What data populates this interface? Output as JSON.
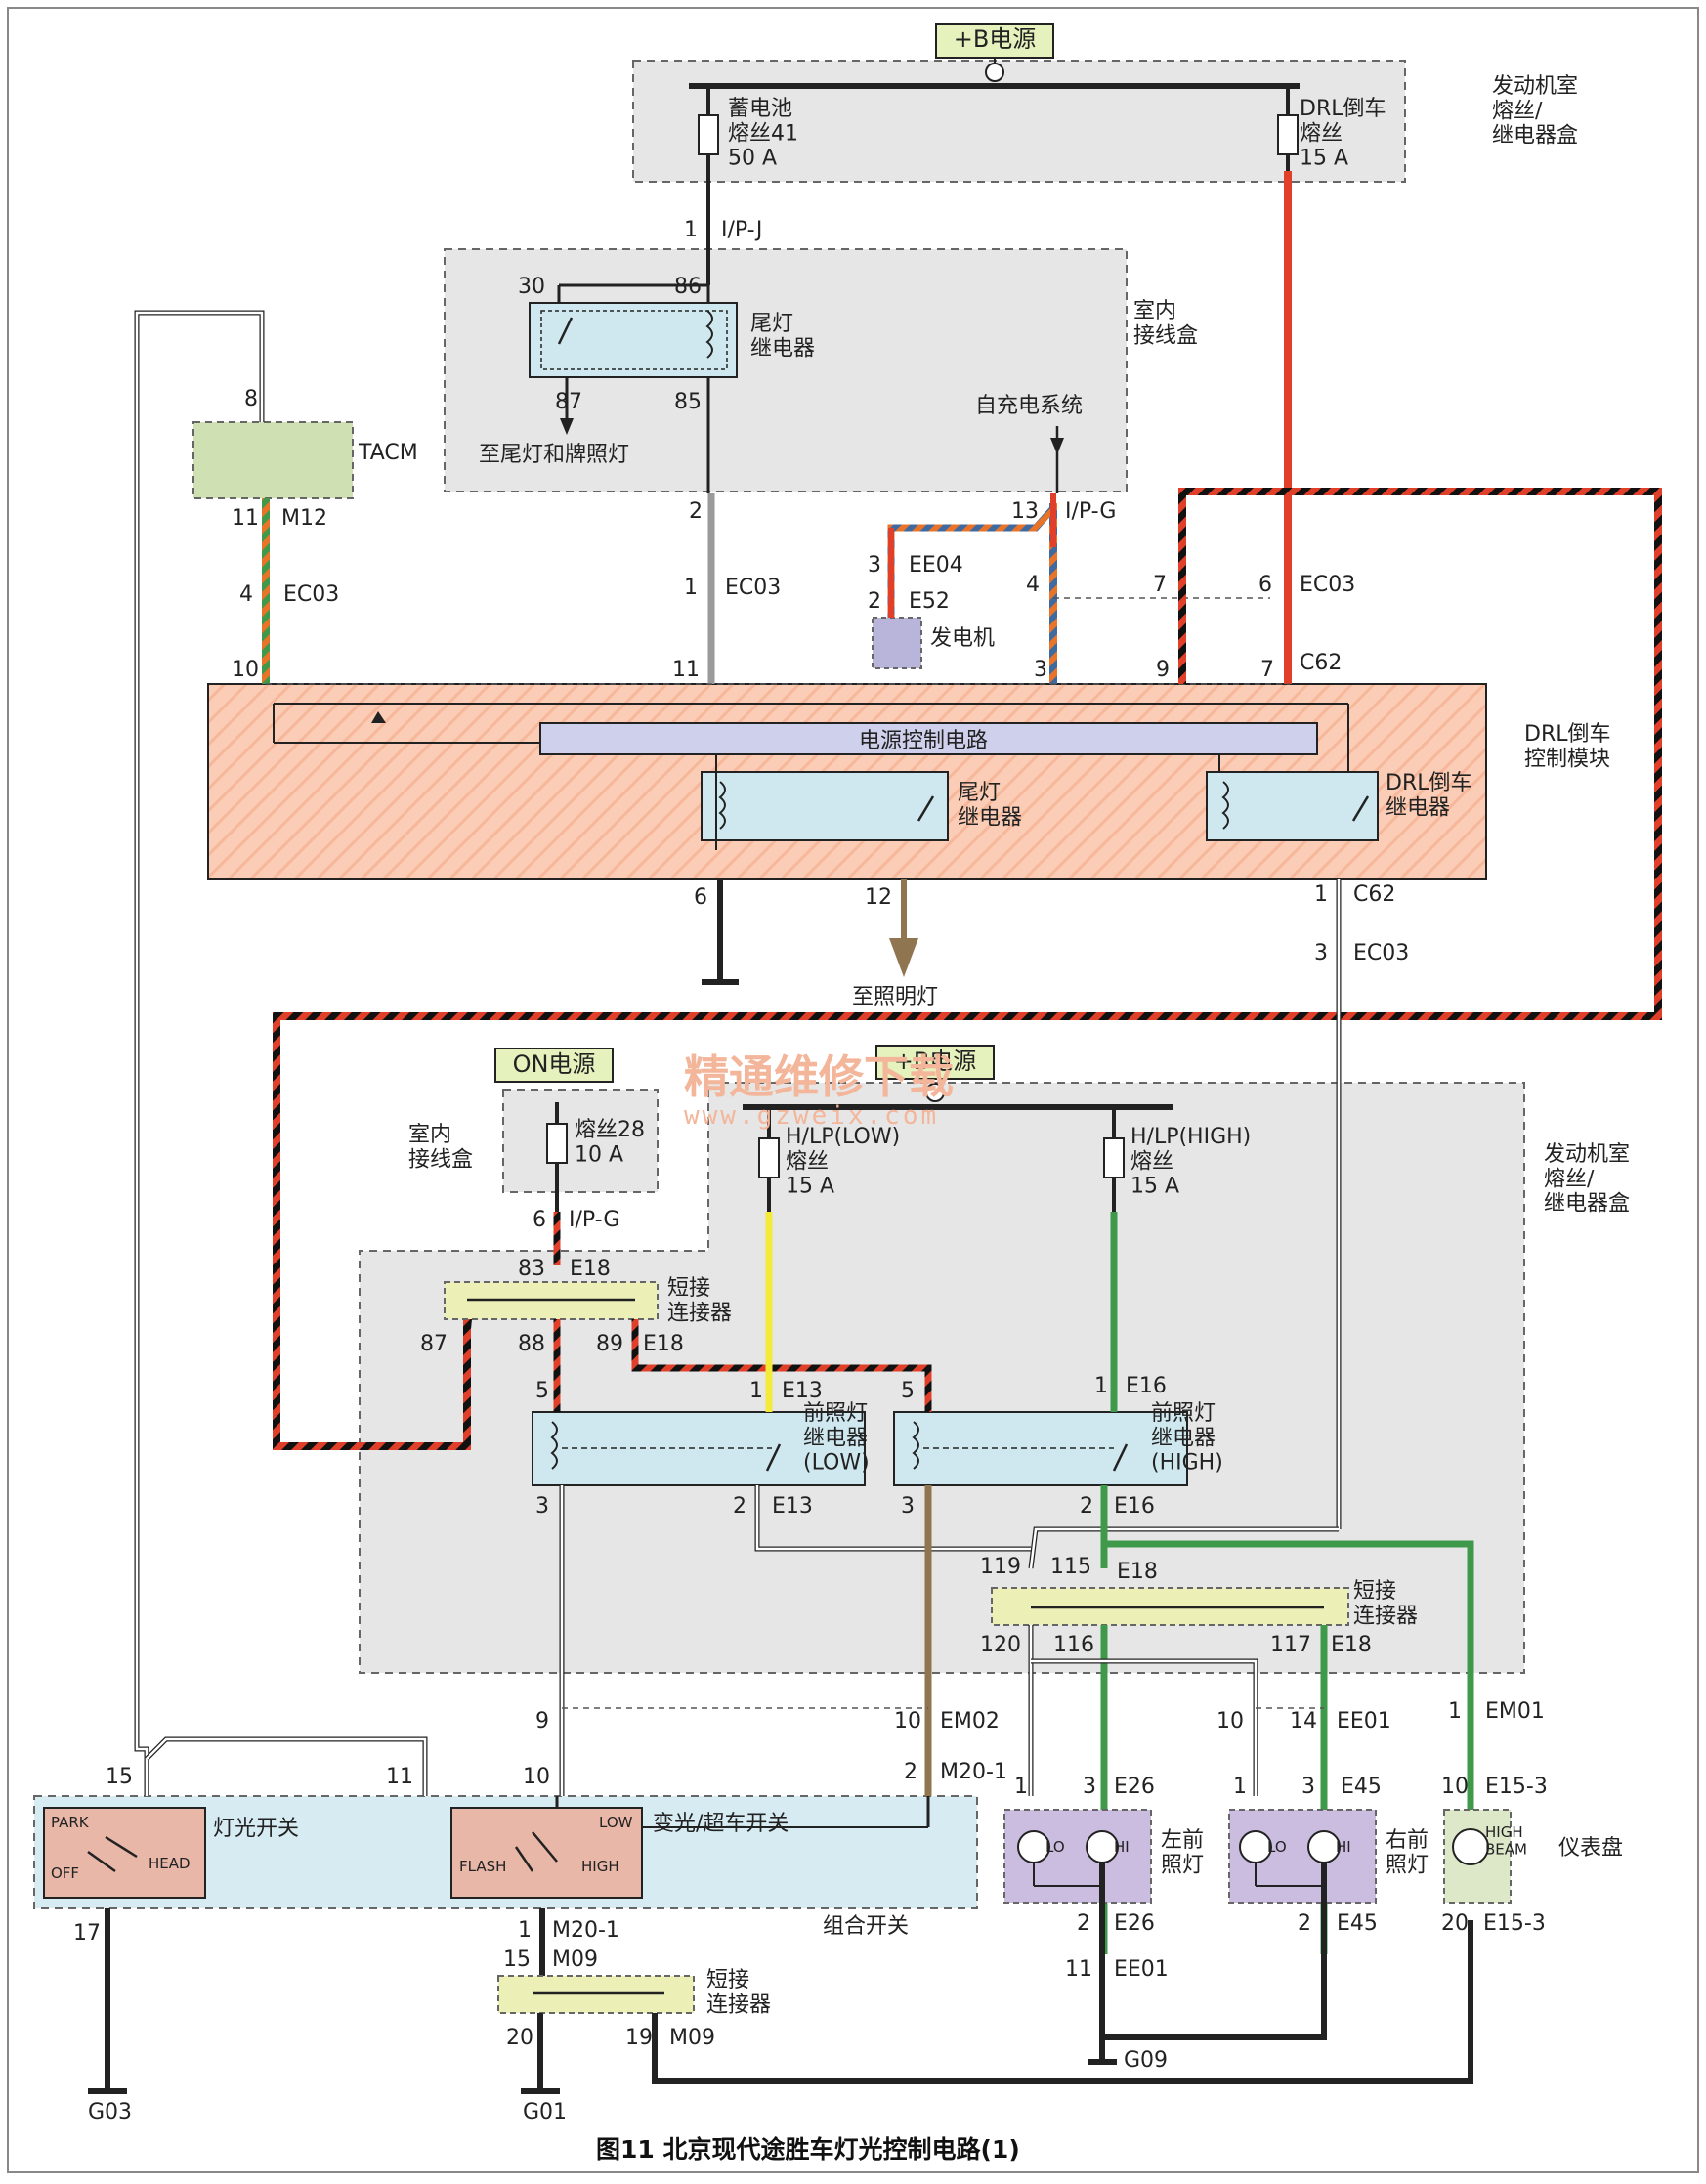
{
  "caption": "图11  北京现代途胜车灯光控制电路(1)",
  "watermark": {
    "line1": "精通维修下载",
    "line2": "www.gzweix.com"
  },
  "colors": {
    "red": "#e0402a",
    "grey_wire": "#9a9a9a",
    "yellow": "#f4ea3a",
    "green": "#3e9a4a",
    "brown": "#8f7550",
    "stripe_orange": "#e8742a",
    "box_grey": "#e6e6e6",
    "module_fill": "#fbcdb6",
    "relay_fill": "#cfe8f0",
    "switch_fill": "#d6ebf2",
    "tacm_fill": "#cfe0b2",
    "lamp_fill": "#cbbde0",
    "gen_fill": "#b9b4da",
    "shorting_fill": "#ecefb6",
    "panel_fill": "#dde8c9",
    "power_label_fill": "#e6f2bd"
  },
  "power": {
    "top": "+B电源",
    "on": "ON电源",
    "mid": "+B电源"
  },
  "boxes": {
    "engine_fuse_top": "发动机室\n熔丝/\n继电器盒",
    "engine_fuse_mid": "发动机室\n熔丝/\n继电器盒",
    "indoor_junction_top": "室内\n接线盒",
    "indoor_junction_mid": "室内\n接线盒",
    "drl_module": "DRL倒车\n控制模块",
    "power_control": "电源控制电路",
    "combo_switch": "组合开关",
    "instrument": "仪表盘"
  },
  "fuses": {
    "battery": "蓄电池\n熔丝41\n50 A",
    "drl": "DRL倒车\n熔丝\n15 A",
    "fuse28": "熔丝28\n10 A",
    "hlp_low": "H/LP(LOW)\n熔丝\n15 A",
    "hlp_high": "H/LP(HIGH)\n熔丝\n15 A"
  },
  "relays": {
    "tail_top": "尾灯\n继电器",
    "tail_mod": "尾灯\n继电器",
    "drl_mod": "DRL倒车\n继电器",
    "hl_low": "前照灯\n继电器\n(LOW)",
    "hl_high": "前照灯\n继电器\n(HIGH)"
  },
  "texts": {
    "to_tail": "至尾灯和牌照灯",
    "self_charge": "自充电系统",
    "generator": "发电机",
    "to_illum": "至照明灯",
    "tacm": "TACM",
    "short_conn": "短接\n连接器",
    "light_switch": "灯光开关",
    "dimmer_switch": "变光/超车开关",
    "left_headlamp": "左前\n照灯",
    "right_headlamp": "右前\n照灯",
    "lo": "LO",
    "hi": "HI",
    "high_beam": "HIGH\nBEAM",
    "park": "PARK",
    "off": "OFF",
    "head": "HEAD",
    "flash": "FLASH",
    "low": "LOW",
    "high": "HIGH"
  },
  "pins": [
    {
      "t": "1",
      "id": "p1"
    },
    {
      "t": "I/P-J",
      "id": "c1"
    },
    {
      "t": "30",
      "id": "p30"
    },
    {
      "t": "86",
      "id": "p86"
    },
    {
      "t": "87",
      "id": "p87"
    },
    {
      "t": "85",
      "id": "p85"
    },
    {
      "t": "8",
      "id": "p8"
    },
    {
      "t": "11",
      "id": "p11a"
    },
    {
      "t": "M12",
      "id": "cM12"
    },
    {
      "t": "4",
      "id": "p4a"
    },
    {
      "t": "EC03",
      "id": "cEC03a"
    },
    {
      "t": "2",
      "id": "p2a"
    },
    {
      "t": "1",
      "id": "p1b"
    },
    {
      "t": "EC03",
      "id": "cEC03b"
    },
    {
      "t": "13",
      "id": "p13"
    },
    {
      "t": "I/P-G",
      "id": "cIPG"
    },
    {
      "t": "3",
      "id": "p3a"
    },
    {
      "t": "EE04",
      "id": "cEE04"
    },
    {
      "t": "2",
      "id": "p2b"
    },
    {
      "t": "E52",
      "id": "cE52"
    },
    {
      "t": "4",
      "id": "p4b"
    },
    {
      "t": "7",
      "id": "p7a"
    },
    {
      "t": "6",
      "id": "p6a"
    },
    {
      "t": "EC03",
      "id": "cEC03c"
    },
    {
      "t": "10",
      "id": "p10a"
    },
    {
      "t": "11",
      "id": "p11b"
    },
    {
      "t": "3",
      "id": "p3b"
    },
    {
      "t": "9",
      "id": "p9a"
    },
    {
      "t": "7",
      "id": "p7b"
    },
    {
      "t": "C62",
      "id": "cC62a"
    },
    {
      "t": "6",
      "id": "p6b"
    },
    {
      "t": "12",
      "id": "p12"
    },
    {
      "t": "1",
      "id": "p1c"
    },
    {
      "t": "C62",
      "id": "cC62b"
    },
    {
      "t": "3",
      "id": "p3c"
    },
    {
      "t": "EC03",
      "id": "cEC03d"
    },
    {
      "t": "6",
      "id": "p6c"
    },
    {
      "t": "I/P-G",
      "id": "cIPG2"
    },
    {
      "t": "83",
      "id": "p83"
    },
    {
      "t": "E18",
      "id": "cE18a"
    },
    {
      "t": "87",
      "id": "p87b"
    },
    {
      "t": "88",
      "id": "p88"
    },
    {
      "t": "89",
      "id": "p89"
    },
    {
      "t": "E18",
      "id": "cE18b"
    },
    {
      "t": "5",
      "id": "p5a"
    },
    {
      "t": "1",
      "id": "p1d"
    },
    {
      "t": "E13",
      "id": "cE13a"
    },
    {
      "t": "5",
      "id": "p5b"
    },
    {
      "t": "1",
      "id": "p1e"
    },
    {
      "t": "E16",
      "id": "cE16a"
    },
    {
      "t": "3",
      "id": "p3d"
    },
    {
      "t": "2",
      "id": "p2c"
    },
    {
      "t": "E13",
      "id": "cE13b"
    },
    {
      "t": "3",
      "id": "p3e"
    },
    {
      "t": "2",
      "id": "p2d"
    },
    {
      "t": "E16",
      "id": "cE16b"
    },
    {
      "t": "119",
      "id": "p119"
    },
    {
      "t": "115",
      "id": "p115"
    },
    {
      "t": "E18",
      "id": "cE18c"
    },
    {
      "t": "120",
      "id": "p120"
    },
    {
      "t": "116",
      "id": "p116"
    },
    {
      "t": "117",
      "id": "p117"
    },
    {
      "t": "E18",
      "id": "cE18d"
    },
    {
      "t": "9",
      "id": "p9b"
    },
    {
      "t": "10",
      "id": "p10b"
    },
    {
      "t": "EM02",
      "id": "cEM02"
    },
    {
      "t": "10",
      "id": "p10c"
    },
    {
      "t": "14",
      "id": "p14"
    },
    {
      "t": "EE01",
      "id": "cEE01a"
    },
    {
      "t": "1",
      "id": "p1f"
    },
    {
      "t": "EM01",
      "id": "cEM01"
    },
    {
      "t": "15",
      "id": "p15a"
    },
    {
      "t": "11",
      "id": "p11c"
    },
    {
      "t": "10",
      "id": "p10d"
    },
    {
      "t": "2",
      "id": "p2e"
    },
    {
      "t": "M20-1",
      "id": "cM201a"
    },
    {
      "t": "1",
      "id": "p1g"
    },
    {
      "t": "3",
      "id": "p3f"
    },
    {
      "t": "E26",
      "id": "cE26a"
    },
    {
      "t": "1",
      "id": "p1h"
    },
    {
      "t": "3",
      "id": "p3g"
    },
    {
      "t": "E45",
      "id": "cE45a"
    },
    {
      "t": "10",
      "id": "p10e"
    },
    {
      "t": "E15-3",
      "id": "cE153a"
    },
    {
      "t": "17",
      "id": "p17"
    },
    {
      "t": "1",
      "id": "p1i"
    },
    {
      "t": "M20-1",
      "id": "cM201b"
    },
    {
      "t": "2",
      "id": "p2f"
    },
    {
      "t": "E26",
      "id": "cE26b"
    },
    {
      "t": "2",
      "id": "p2g"
    },
    {
      "t": "E45",
      "id": "cE45b"
    },
    {
      "t": "20",
      "id": "p20a"
    },
    {
      "t": "E15-3",
      "id": "cE153b"
    },
    {
      "t": "15",
      "id": "p15b"
    },
    {
      "t": "M09",
      "id": "cM09a"
    },
    {
      "t": "11",
      "id": "p11d"
    },
    {
      "t": "EE01",
      "id": "cEE01b"
    },
    {
      "t": "20",
      "id": "p20b"
    },
    {
      "t": "19",
      "id": "p19"
    },
    {
      "t": "M09",
      "id": "cM09b"
    },
    {
      "t": "G09",
      "id": "g09"
    },
    {
      "t": "G03",
      "id": "g03"
    },
    {
      "t": "G01",
      "id": "g01"
    }
  ]
}
